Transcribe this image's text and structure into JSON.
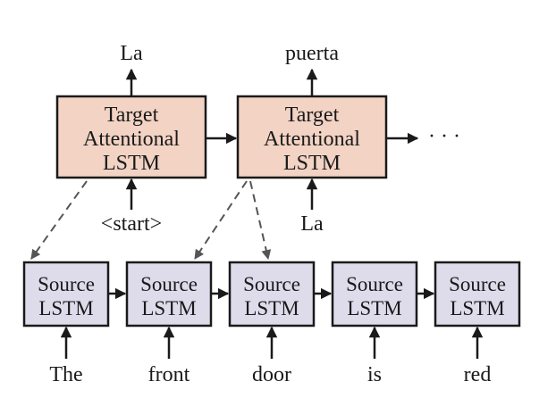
{
  "target": {
    "box1": {
      "line1": "Target",
      "line2": "Attentional",
      "line3": "LSTM",
      "output": "La",
      "input": "<start>"
    },
    "box2": {
      "line1": "Target",
      "line2": "Attentional",
      "line3": "LSTM",
      "output": "puerta",
      "input": "La"
    },
    "ellipsis": "· · ·"
  },
  "source": {
    "boxes": [
      {
        "line1": "Source",
        "line2": "LSTM",
        "input": "The"
      },
      {
        "line1": "Source",
        "line2": "LSTM",
        "input": "front"
      },
      {
        "line1": "Source",
        "line2": "LSTM",
        "input": "door"
      },
      {
        "line1": "Source",
        "line2": "LSTM",
        "input": "is"
      },
      {
        "line1": "Source",
        "line2": "LSTM",
        "input": "red"
      }
    ]
  },
  "colors": {
    "target_fill": "#f2d3c4",
    "source_fill": "#dedbeb",
    "stroke": "#1a1a1a",
    "dashed": "#555555"
  }
}
